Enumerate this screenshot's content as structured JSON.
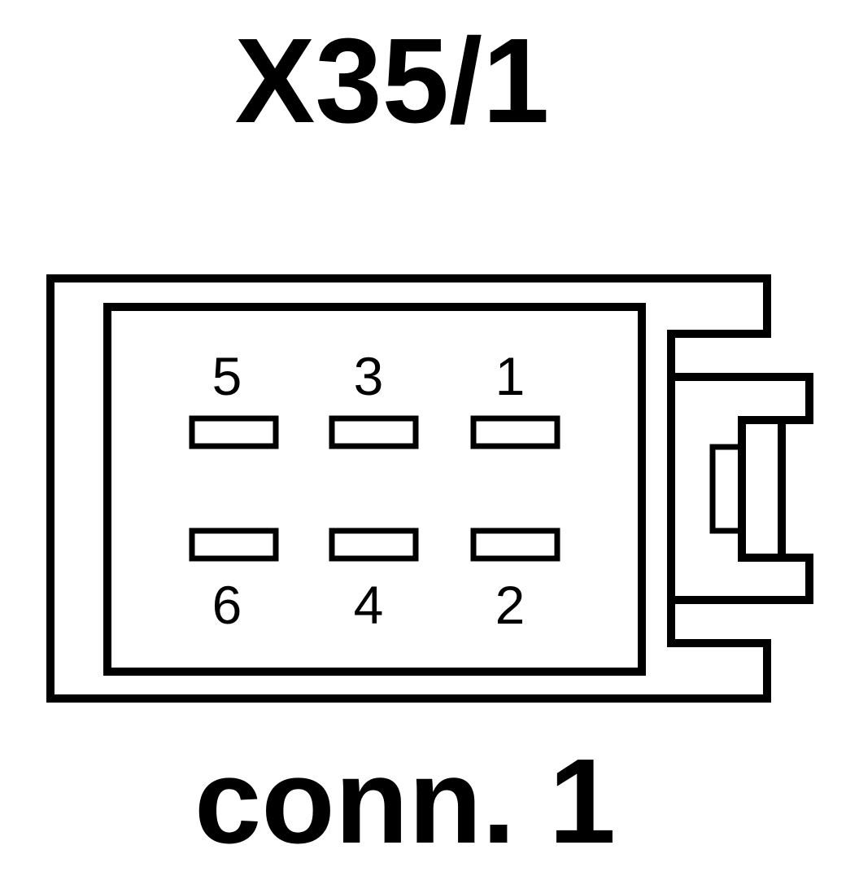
{
  "diagram": {
    "title": "X35/1",
    "caption": "conn. 1",
    "pins": [
      {
        "number": "5",
        "row": "top",
        "col": 0
      },
      {
        "number": "3",
        "row": "top",
        "col": 1
      },
      {
        "number": "1",
        "row": "top",
        "col": 2
      },
      {
        "number": "6",
        "row": "bottom",
        "col": 0
      },
      {
        "number": "4",
        "row": "bottom",
        "col": 1
      },
      {
        "number": "2",
        "row": "bottom",
        "col": 2
      }
    ],
    "colors": {
      "stroke": "#000000",
      "background": "#ffffff"
    }
  }
}
